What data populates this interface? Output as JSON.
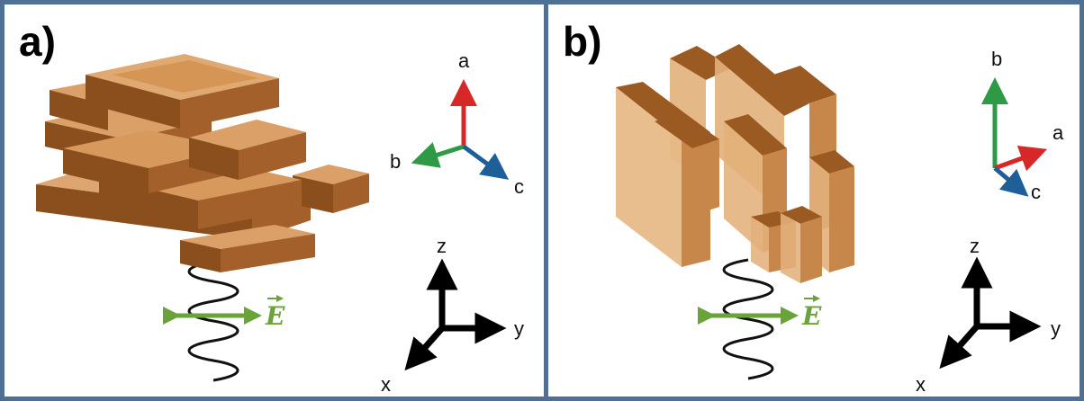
{
  "panels": [
    {
      "label": "a)",
      "crystal_axes": {
        "up": "a",
        "left": "b",
        "down_right": "c"
      },
      "lab_axes": {
        "up": "z",
        "right": "y",
        "down_left": "x"
      },
      "field_label": "E"
    },
    {
      "label": "b)",
      "crystal_axes": {
        "up": "b",
        "right": "a",
        "down_right": "c"
      },
      "lab_axes": {
        "up": "z",
        "right": "y",
        "down_left": "x"
      },
      "field_label": "E"
    }
  ],
  "colors": {
    "border": "#4f6f93",
    "crystal": "#c98a45",
    "axis_a_red": "#d62828",
    "axis_b_green": "#2e9a45",
    "axis_c_blue": "#1f5f99",
    "field": "#6aa33a"
  }
}
